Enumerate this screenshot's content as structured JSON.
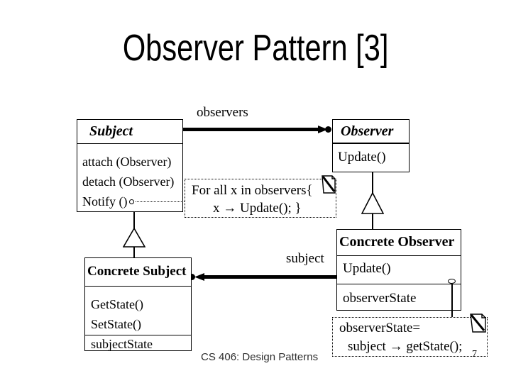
{
  "slide": {
    "title": "Observer Pattern [3]",
    "footer": "CS 406: Design Patterns",
    "page_number": "7"
  },
  "classes": {
    "subject": {
      "name": "Subject",
      "methods": [
        "attach (Observer)",
        "detach (Observer)",
        "Notify ()"
      ]
    },
    "observer": {
      "name": "Observer",
      "methods": [
        "Update()"
      ]
    },
    "concrete_subject": {
      "name": "Concrete Subject",
      "methods": [
        "GetState()",
        "SetState()"
      ],
      "attributes": [
        "subjectState"
      ]
    },
    "concrete_observer": {
      "name": "Concrete Observer",
      "methods": [
        "Update()"
      ],
      "attributes": [
        "observerState"
      ]
    }
  },
  "labels": {
    "observers": "observers",
    "subject": "subject"
  },
  "notes": {
    "notify": {
      "line1": "For all x in observers{",
      "line2": "x → Update(); }"
    },
    "update": {
      "line1": "observerState=",
      "line2": "subject → getState();"
    }
  },
  "icons": {
    "note": "dog-eared-note-icon",
    "inheritance_marker": "hollow-triangle-up",
    "association_end": "filled-dot-with-arrowhead",
    "delegation_connector": "small-hollow-circle"
  },
  "colors": {
    "ink": "#000000",
    "paper": "#ffffff",
    "footer_text": "#2e2e2e"
  }
}
